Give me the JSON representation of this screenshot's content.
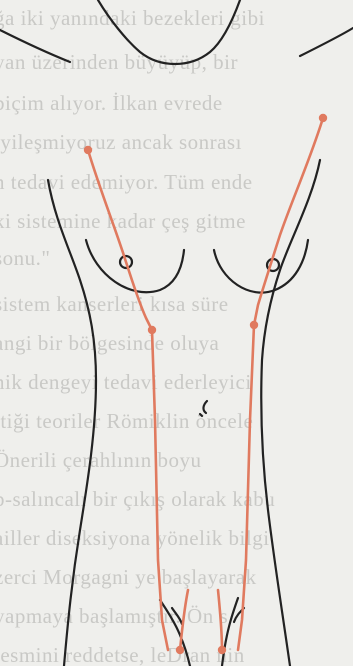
{
  "figure": {
    "line_color": "#222222",
    "meridian_color": "#e07a5f",
    "point_color": "#e07a5f",
    "page_color": "#efefec"
  },
  "background_text": {
    "lines": [
      "ğa iki yanındaki bezekleri gibi",
      "yan üzerinden büyüyüp, bir",
      "biçim alıyor. İlkan evrede",
      "iyileşmiyoruz ancak sonrası",
      "n tedavi edemiyor. Tüm ende",
      "ki sistemine kadar çeş gitme",
      "sonu.\"",
      "sistem kanserleri kısa süre",
      "angi bir bölgesinde oluya",
      "nik dengeyi tedavi ederleyici",
      "ttiği teoriler Römiklin öncele",
      "Önerili çerahlının boyu",
      "p-salıncalı bir çıkış olarak kabu",
      "ailler diseksiyona yönelik bilgi",
      "zerci Morgagni ye başlayarak",
      "yapmaya başlamıştır. Ön s",
      "tesmini reddetse, leDran nin"
    ]
  }
}
